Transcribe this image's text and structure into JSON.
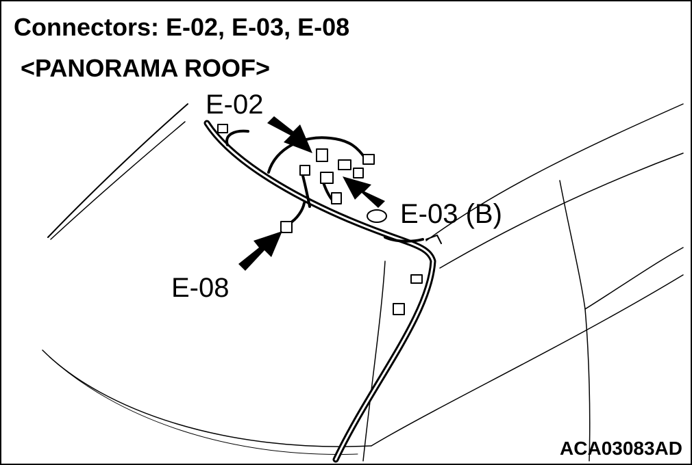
{
  "title": "Connectors: E-02, E-03, E-08",
  "subtitle": "<PANORAMA ROOF>",
  "callouts": {
    "e02": "E-02",
    "e03": "E-03 (B)",
    "e08": "E-08"
  },
  "figure_code": "ACA03083AD",
  "colors": {
    "line": "#000000",
    "background": "#ffffff"
  }
}
